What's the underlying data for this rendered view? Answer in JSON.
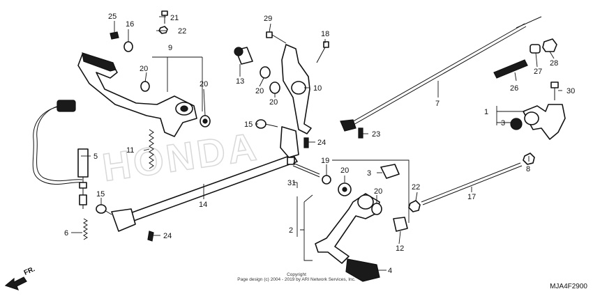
{
  "diagram": {
    "code": "MJA4F2900",
    "copyright_line1": "Copyright",
    "copyright_line2": "Page design (c) 2004 - 2019 by ARI Network Services, Inc.",
    "direction_label": "FR.",
    "watermark": "HONDA",
    "callouts": {
      "c1": "1",
      "c2": "2",
      "c3a": "3",
      "c3b": "3",
      "c4": "4",
      "c5": "5",
      "c6": "6",
      "c7": "7",
      "c8": "8",
      "c9": "9",
      "c10": "10",
      "c11": "11",
      "c12": "12",
      "c13": "13",
      "c14": "14",
      "c15a": "15",
      "c15b": "15",
      "c16": "16",
      "c17": "17",
      "c18": "18",
      "c19": "19",
      "c20a": "20",
      "c20b": "20",
      "c20c": "20",
      "c20d": "20",
      "c20e": "20",
      "c20f": "20",
      "c21": "21",
      "c22a": "22",
      "c22b": "22",
      "c23": "23",
      "c24a": "24",
      "c24b": "24",
      "c25": "25",
      "c26": "26",
      "c27": "27",
      "c28": "28",
      "c29": "29",
      "c30": "30",
      "c31": "31"
    }
  }
}
